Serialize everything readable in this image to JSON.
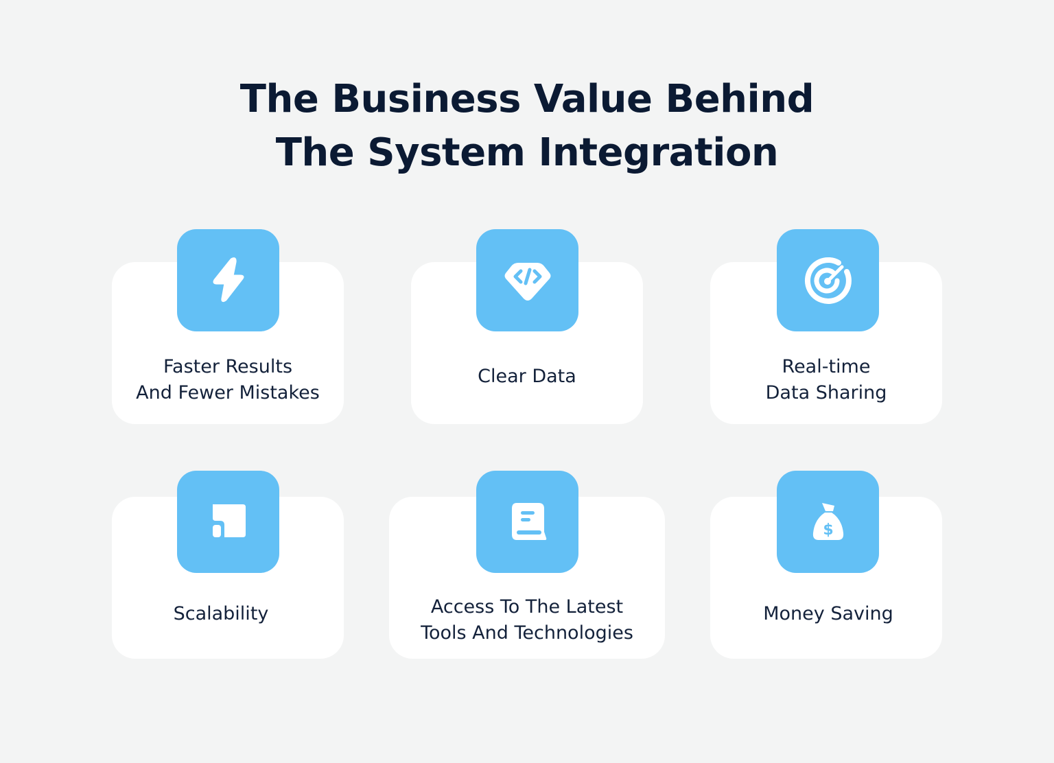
{
  "header": {
    "title_line1": "The Business Value Behind",
    "title_line2": "The System Integration"
  },
  "colors": {
    "background": "#f3f4f4",
    "card": "#ffffff",
    "icon_tile": "#63c0f5",
    "text": "#0f1d33"
  },
  "cards": [
    {
      "icon": "lightning-bolt-icon",
      "line1": "Faster Results",
      "line2": "And Fewer Mistakes"
    },
    {
      "icon": "code-shield-icon",
      "line1": "Clear Data",
      "line2": ""
    },
    {
      "icon": "target-icon",
      "line1": "Real-time",
      "line2": "Data Sharing"
    },
    {
      "icon": "scale-blocks-icon",
      "line1": "Scalability",
      "line2": ""
    },
    {
      "icon": "book-icon",
      "line1": "Access To The Latest",
      "line2": "Tools And Technologies"
    },
    {
      "icon": "money-bag-icon",
      "line1": "Money Saving",
      "line2": ""
    }
  ]
}
